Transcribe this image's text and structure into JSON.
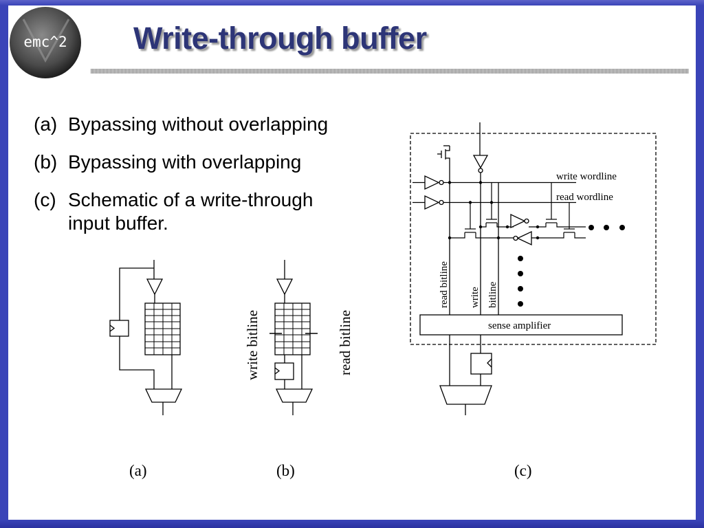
{
  "logo": {
    "text": "emc^2"
  },
  "title": "Write-through buffer",
  "bullets": [
    {
      "label": "(a)",
      "line1": "Bypassing without overlapping",
      "line2": ""
    },
    {
      "label": "(b)",
      "line1": "Bypassing with overlapping",
      "line2": ""
    },
    {
      "label": "(c)",
      "line1": "Schematic of a write-through",
      "line2": "input buffer."
    }
  ],
  "diagram": {
    "captions": [
      "(a)",
      "(b)",
      "(c)"
    ],
    "labels": {
      "write_bitline_b": "write bitline",
      "read_bitline_b": "read bitline",
      "write_wordline": "write wordline",
      "read_wordline": "read wordline",
      "read_bitline_c": "read bitline",
      "write_c": "write",
      "bitline_c": "bitline",
      "sense_amplifier": "sense amplifier"
    }
  }
}
